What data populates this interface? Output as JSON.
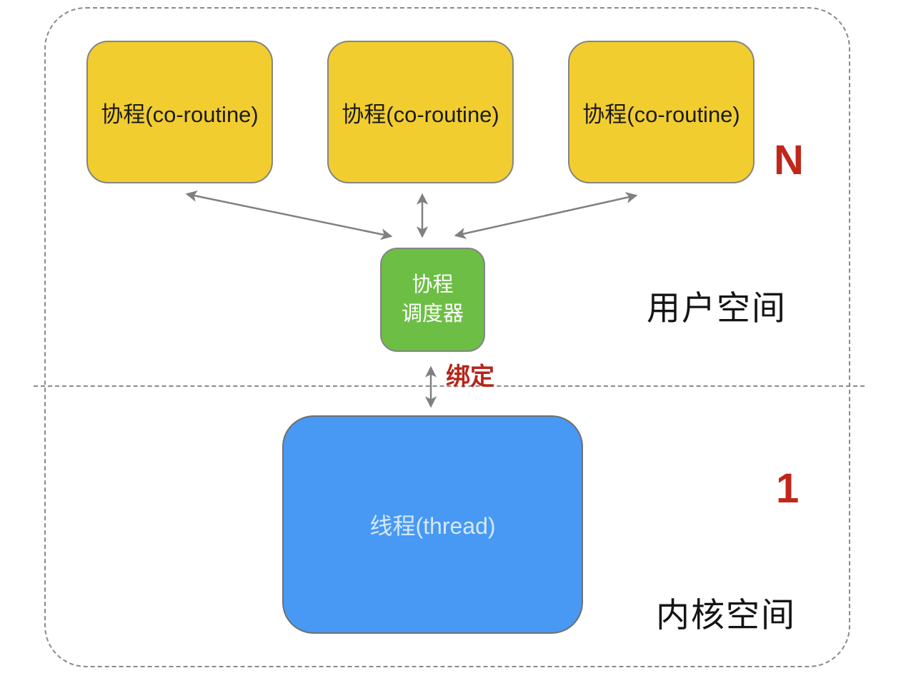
{
  "diagram": {
    "coroutines": [
      {
        "label": "协程(co-routine)"
      },
      {
        "label": "协程(co-routine)"
      },
      {
        "label": "协程(co-routine)"
      }
    ],
    "coroutine_count_label": "N",
    "scheduler": {
      "line1": "协程",
      "line2": "调度器"
    },
    "binding_label": "绑定",
    "thread": {
      "label": "线程(thread)"
    },
    "thread_count_label": "1",
    "user_space_label": "用户空间",
    "kernel_space_label": "内核空间",
    "colors": {
      "coroutine_fill": "#f2cd30",
      "scheduler_fill": "#6dbe45",
      "thread_fill": "#4799f3",
      "count_red": "#c0271b",
      "binding_red": "#b5261b",
      "arrow_gray": "#808080",
      "boundary_dash_gray": "#8a8a8a",
      "box_border_gray": "#858585"
    }
  }
}
